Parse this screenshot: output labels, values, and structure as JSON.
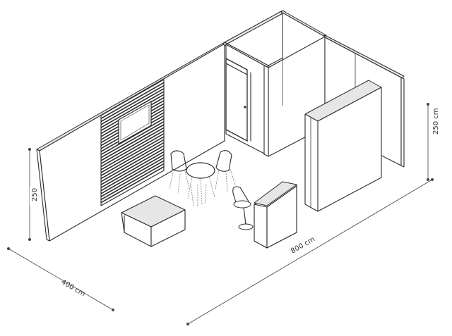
{
  "dimensions": {
    "width_label": "800 cm",
    "depth_label": "400 cm",
    "height_right_label": "250 cm",
    "height_left_label": "250"
  },
  "colors": {
    "line": "#2b2b2b",
    "background": "#ffffff",
    "slat_fill": "#2b2b2b"
  }
}
